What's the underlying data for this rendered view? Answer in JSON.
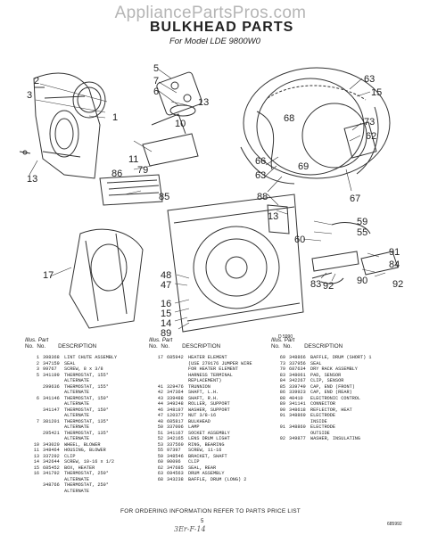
{
  "watermark": "AppliancePartsPros.com",
  "title": "BULKHEAD PARTS",
  "subtitle": "For Model LDE 9800W0",
  "diagram_code": "D 5990",
  "callouts": [
    {
      "num": "2"
    },
    {
      "num": "3"
    },
    {
      "num": "1"
    },
    {
      "num": "5"
    },
    {
      "num": "7"
    },
    {
      "num": "6"
    },
    {
      "num": "13"
    },
    {
      "num": "10"
    },
    {
      "num": "11"
    },
    {
      "num": "79"
    },
    {
      "num": "86"
    },
    {
      "num": "85"
    },
    {
      "num": "13"
    },
    {
      "num": "63"
    },
    {
      "num": "15"
    },
    {
      "num": "68"
    },
    {
      "num": "73"
    },
    {
      "num": "62"
    },
    {
      "num": "66"
    },
    {
      "num": "63"
    },
    {
      "num": "69"
    },
    {
      "num": "67"
    },
    {
      "num": "88"
    },
    {
      "num": "13"
    },
    {
      "num": "59"
    },
    {
      "num": "55"
    },
    {
      "num": "60"
    },
    {
      "num": "91"
    },
    {
      "num": "84"
    },
    {
      "num": "90"
    },
    {
      "num": "92"
    },
    {
      "num": "83"
    },
    {
      "num": "92"
    },
    {
      "num": "17"
    },
    {
      "num": "48"
    },
    {
      "num": "47"
    },
    {
      "num": "16"
    },
    {
      "num": "15"
    },
    {
      "num": "14"
    },
    {
      "num": "89"
    }
  ],
  "table": {
    "header_top": "Illus. Part",
    "header_no": "No.",
    "header_no2": "No.",
    "header_desc": "DESCRIPTION",
    "col1": [
      {
        "key": "1",
        "part": "398368",
        "desc": "LINT CHUTE ASSEMBLY"
      },
      {
        "key": "2",
        "part": "347159",
        "desc": "SEAL"
      },
      {
        "key": "3",
        "part": "99767",
        "desc": "SCREW, 8 x 3/8"
      },
      {
        "key": "5",
        "part": "341199",
        "desc": "THERMOSTAT, 155°"
      },
      {
        "key": "",
        "part": "",
        "desc": "ALTERNATE"
      },
      {
        "key": "",
        "part": "299636",
        "desc": "THERMOSTAT, 155°"
      },
      {
        "key": "",
        "part": "",
        "desc": "ALTERNATE"
      },
      {
        "key": "6",
        "part": "341146",
        "desc": "THERMOSTAT, 150°"
      },
      {
        "key": "",
        "part": "",
        "desc": "ALTERNATE"
      },
      {
        "key": "",
        "part": "341147",
        "desc": "THERMOSTAT, 150°"
      },
      {
        "key": "",
        "part": "",
        "desc": "ALTERNATE"
      },
      {
        "key": "7",
        "part": "381201",
        "desc": "THERMOSTAT, 135°"
      },
      {
        "key": "",
        "part": "",
        "desc": "ALTERNATE"
      },
      {
        "key": "",
        "part": "295421",
        "desc": "THERMOSTAT, 135°"
      },
      {
        "key": "",
        "part": "",
        "desc": "ALTERNATE"
      },
      {
        "key": "10",
        "part": "343020",
        "desc": "WHEEL, BLOWER"
      },
      {
        "key": "11",
        "part": "348464",
        "desc": "HOUSING, BLOWER"
      },
      {
        "key": "13",
        "part": "337292",
        "desc": "CLIP"
      },
      {
        "key": "14",
        "part": "342644",
        "desc": "SCREW, 10-16 x 1/2"
      },
      {
        "key": "15",
        "part": "685452",
        "desc": "BOX, HEATER"
      },
      {
        "key": "16",
        "part": "341792",
        "desc": "THERMOSTAT, 250°"
      },
      {
        "key": "",
        "part": "",
        "desc": "ALTERNATE"
      },
      {
        "key": "",
        "part": "348766",
        "desc": "THERMOSTAT, 250°"
      },
      {
        "key": "",
        "part": "",
        "desc": "ALTERNATE"
      }
    ],
    "col2": [
      {
        "key": "17",
        "part": "685942",
        "desc": "HEATER ELEMENT"
      },
      {
        "key": "",
        "part": "",
        "desc": "(USE 279176 JUMPER WIRE"
      },
      {
        "key": "",
        "part": "",
        "desc": "FOR HEATER ELEMENT"
      },
      {
        "key": "",
        "part": "",
        "desc": "HARNESS TERMINAL"
      },
      {
        "key": "",
        "part": "",
        "desc": "REPLACEMENT)"
      },
      {
        "key": "41",
        "part": "329476",
        "desc": "TRUNNION"
      },
      {
        "key": "42",
        "part": "347364",
        "desc": "SHAFT, L.H."
      },
      {
        "key": "43",
        "part": "339488",
        "desc": "SHAFT, R.H."
      },
      {
        "key": "44",
        "part": "349248",
        "desc": "ROLLER, SUPPORT"
      },
      {
        "key": "46",
        "part": "348197",
        "desc": "WASHER, SUPPORT"
      },
      {
        "key": "47",
        "part": "120377",
        "desc": "NUT 3/8-16"
      },
      {
        "key": "48",
        "part": "685817",
        "desc": "BULKHEAD"
      },
      {
        "key": "50",
        "part": "337006",
        "desc": "LAMP"
      },
      {
        "key": "51",
        "part": "341167",
        "desc": "SOCKET ASSEMBLY"
      },
      {
        "key": "52",
        "part": "342165",
        "desc": "LENS DRUM LIGHT"
      },
      {
        "key": "53",
        "part": "337560",
        "desc": "RING, BEARING"
      },
      {
        "key": "55",
        "part": "97397",
        "desc": "SCREW, 11-16"
      },
      {
        "key": "59",
        "part": "348546",
        "desc": "BRACKET, SHAFT"
      },
      {
        "key": "60",
        "part": "90096",
        "desc": "CLIP"
      },
      {
        "key": "62",
        "part": "347685",
        "desc": "SEAL, REAR"
      },
      {
        "key": "63",
        "part": "694563",
        "desc": "DRUM ASSEMBLY"
      },
      {
        "key": "68",
        "part": "343238",
        "desc": "BAFFLE, DRUM (LONG) 2"
      }
    ],
    "col3": [
      {
        "key": "69",
        "part": "348866",
        "desc": "BAFFLE, DRUM (SHORT) 1"
      },
      {
        "key": "73",
        "part": "337956",
        "desc": "SEAL"
      },
      {
        "key": "79",
        "part": "687634",
        "desc": "DRY RACK ASSEMBLY"
      },
      {
        "key": "83",
        "part": "348061",
        "desc": "PAD, SENSOR"
      },
      {
        "key": "84",
        "part": "342267",
        "desc": "CLIP, SENSOR"
      },
      {
        "key": "85",
        "part": "339749",
        "desc": "CAP, END (FRONT)"
      },
      {
        "key": "86",
        "part": "339923",
        "desc": "CAP, END (REAR)"
      },
      {
        "key": "88",
        "part": "40410",
        "desc": "ELECTRONIC CONTROL"
      },
      {
        "key": "89",
        "part": "341141",
        "desc": "CONNECTOR"
      },
      {
        "key": "90",
        "part": "348618",
        "desc": "REFLECTOR, HEAT"
      },
      {
        "key": "91",
        "part": "348869",
        "desc": "ELECTRODE"
      },
      {
        "key": "",
        "part": "",
        "desc": "INSIDE"
      },
      {
        "key": "91",
        "part": "348860",
        "desc": "ELECTRODE"
      },
      {
        "key": "",
        "part": "",
        "desc": "OUTSIDE"
      },
      {
        "key": "92",
        "part": "349877",
        "desc": "WASHER, INSULATING"
      }
    ]
  },
  "footer_note": "FOR ORDERING INFORMATION REFER TO PARTS PRICE LIST",
  "page_number": "5",
  "handwritten": "3Er-F-14",
  "sheet_code": "685992"
}
